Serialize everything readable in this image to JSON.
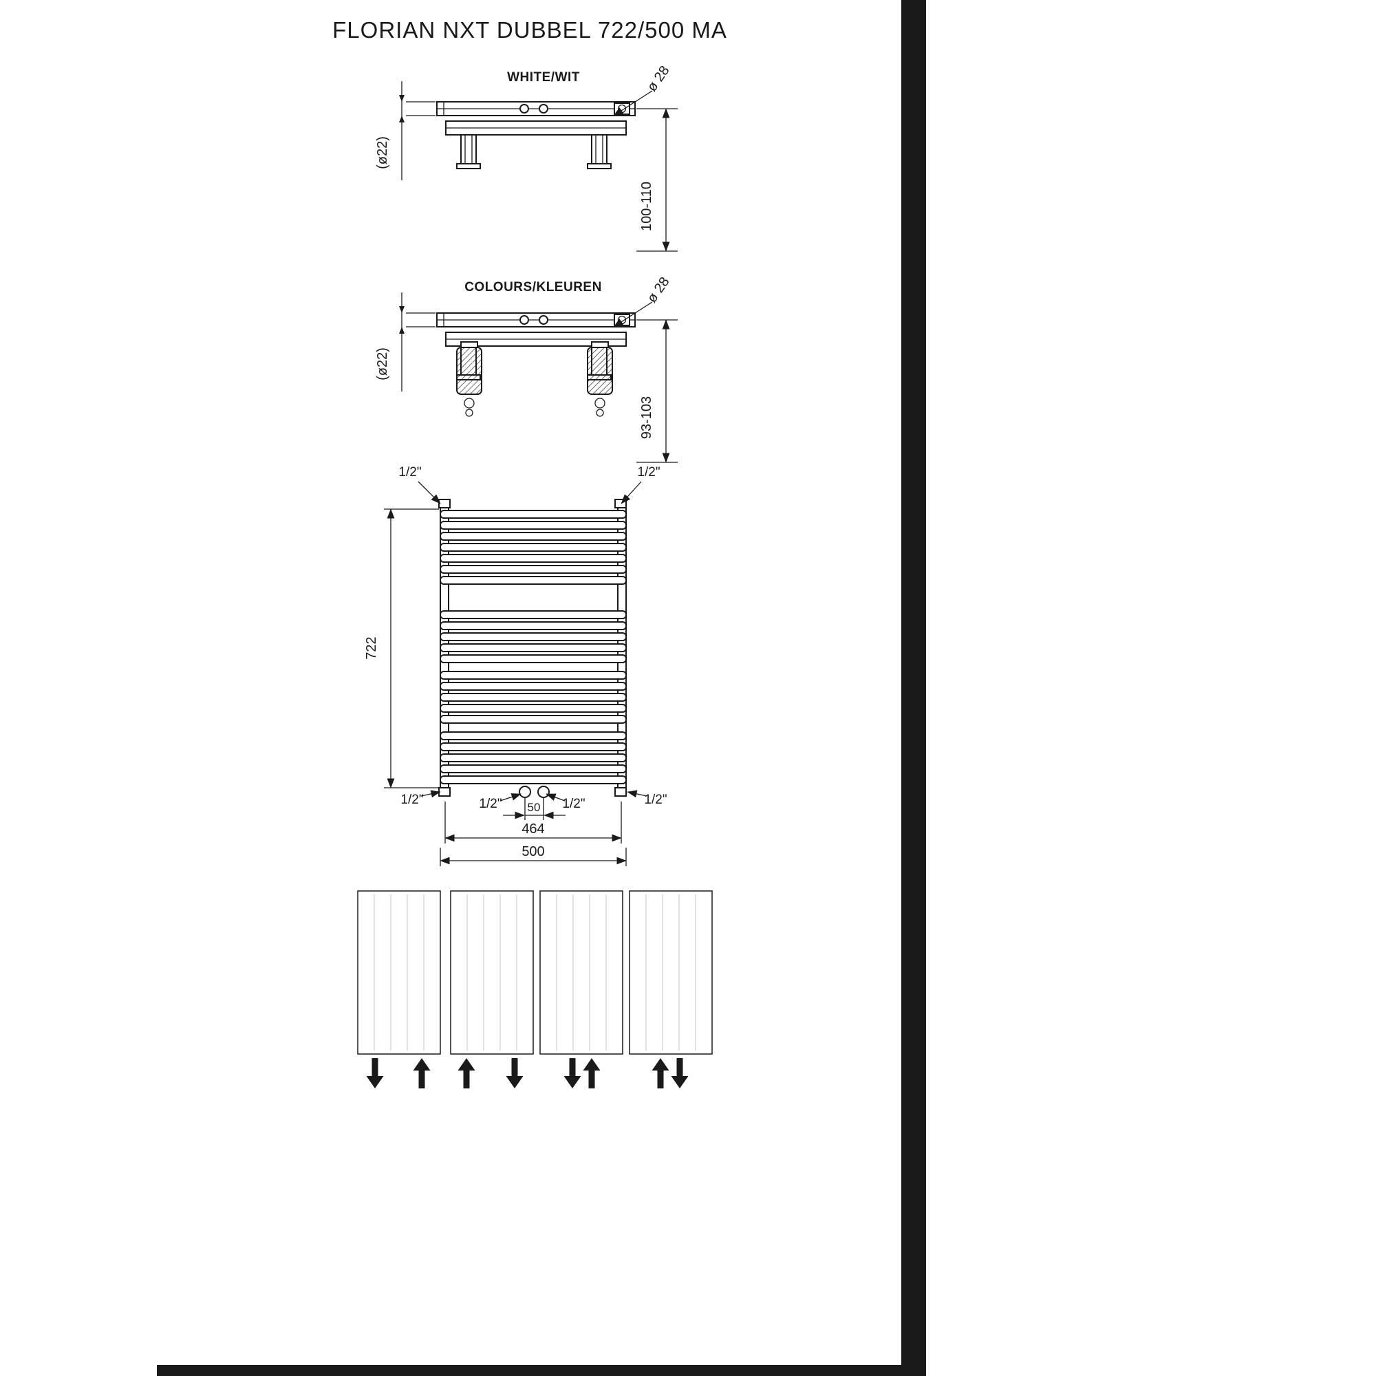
{
  "title": "FLORIAN NXT DUBBEL 722/500 MA",
  "white_view": {
    "label": "WHITE/WIT",
    "bracket_dia": "ø 28",
    "tube_dia": "(ø22)",
    "wall_distance": "100-110"
  },
  "colours_view": {
    "label": "COLOURS/KLEUREN",
    "bracket_dia": "ø 28",
    "tube_dia": "(ø22)",
    "wall_distance": "93-103"
  },
  "front_view": {
    "height": "722",
    "width": "500",
    "pitch_width": "464",
    "center_distance": "50",
    "conn_top_left": "1/2\"",
    "conn_top_right": "1/2\"",
    "conn_bottom_left": "1/2\"",
    "conn_bottom_right": "1/2\"",
    "conn_center_left": "1/2\"",
    "conn_center_right": "1/2\""
  },
  "flow_diagrams": {
    "d1": {
      "left_flow": "down",
      "right_flow": "up"
    },
    "d2": {
      "left_flow": "up",
      "right_flow": "down"
    },
    "d3": {
      "center_flow": "down-up"
    },
    "d4": {
      "center_flow": "up-down"
    }
  },
  "colors": {
    "line": "#1a1a1a",
    "scan_border": "#000000"
  }
}
